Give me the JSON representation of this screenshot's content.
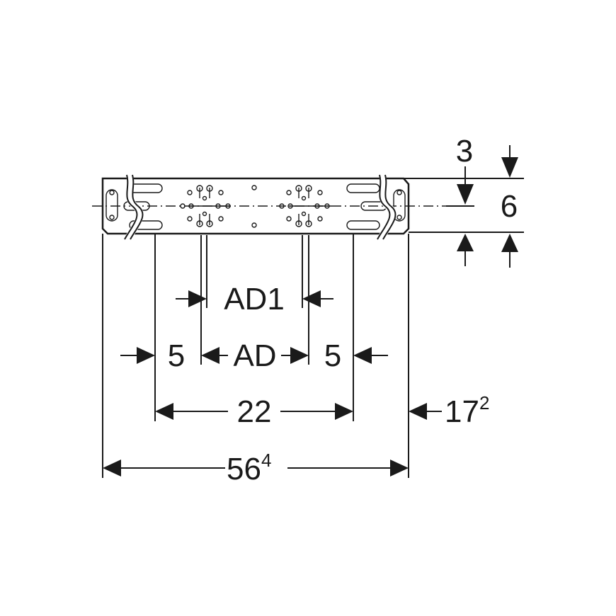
{
  "dimensions": {
    "offset_top": "3",
    "plate_height": "6",
    "ad1": "AD1",
    "ad": "AD",
    "gap_left": "5",
    "gap_right": "5",
    "inner_span": "22",
    "depth_main": "17",
    "depth_sup": "2",
    "total_main": "56",
    "total_sup": "4"
  }
}
